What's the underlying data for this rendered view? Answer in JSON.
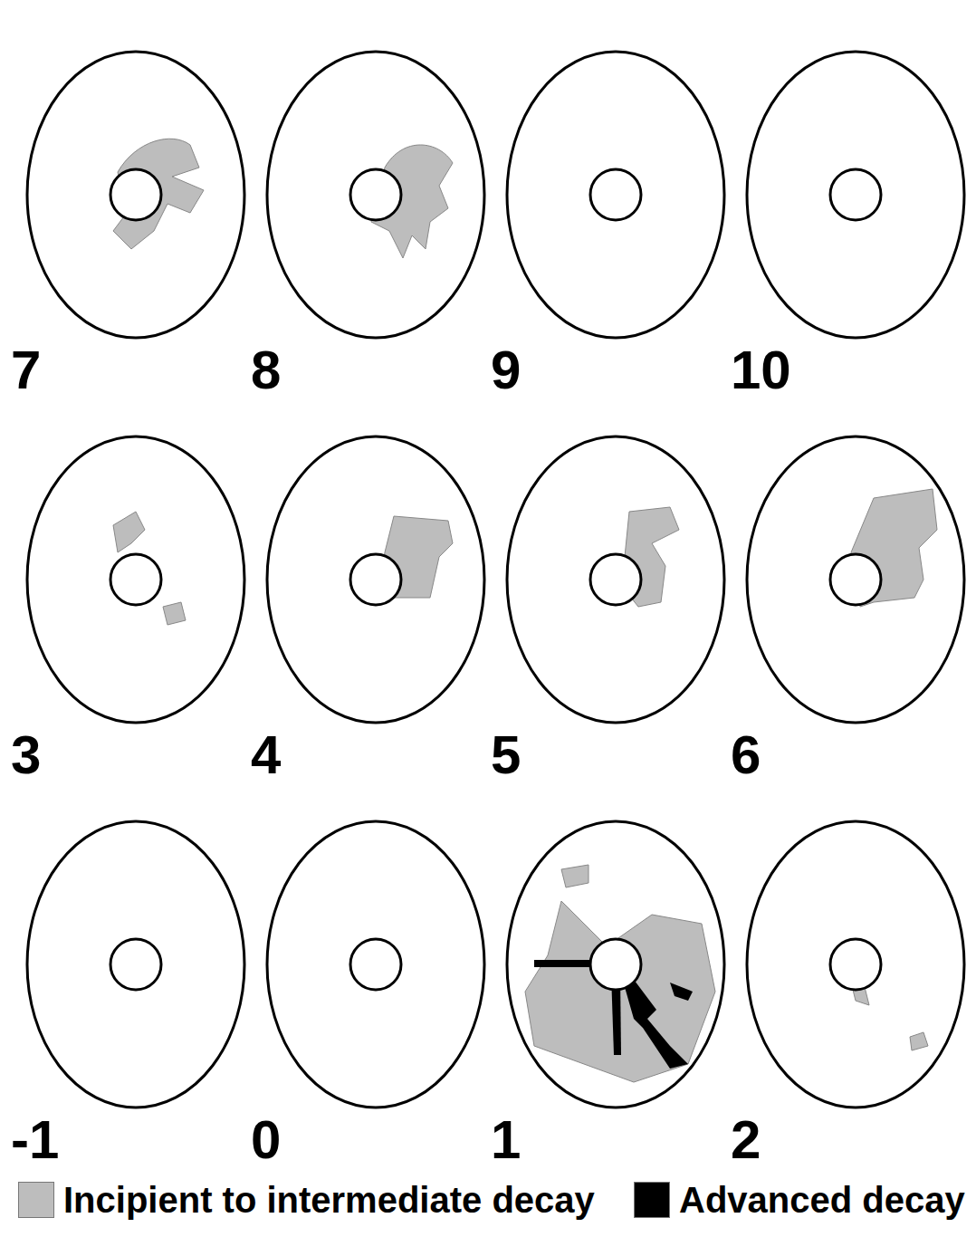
{
  "diagram": {
    "labels": [
      "7",
      "8",
      "9",
      "10",
      "3",
      "4",
      "5",
      "6",
      "-1",
      "0",
      "1",
      "2"
    ],
    "legend": [
      {
        "text": "Incipient to intermediate decay",
        "color": "#bdbdbd"
      },
      {
        "text": "Advanced decay",
        "color": "#000000"
      }
    ]
  }
}
